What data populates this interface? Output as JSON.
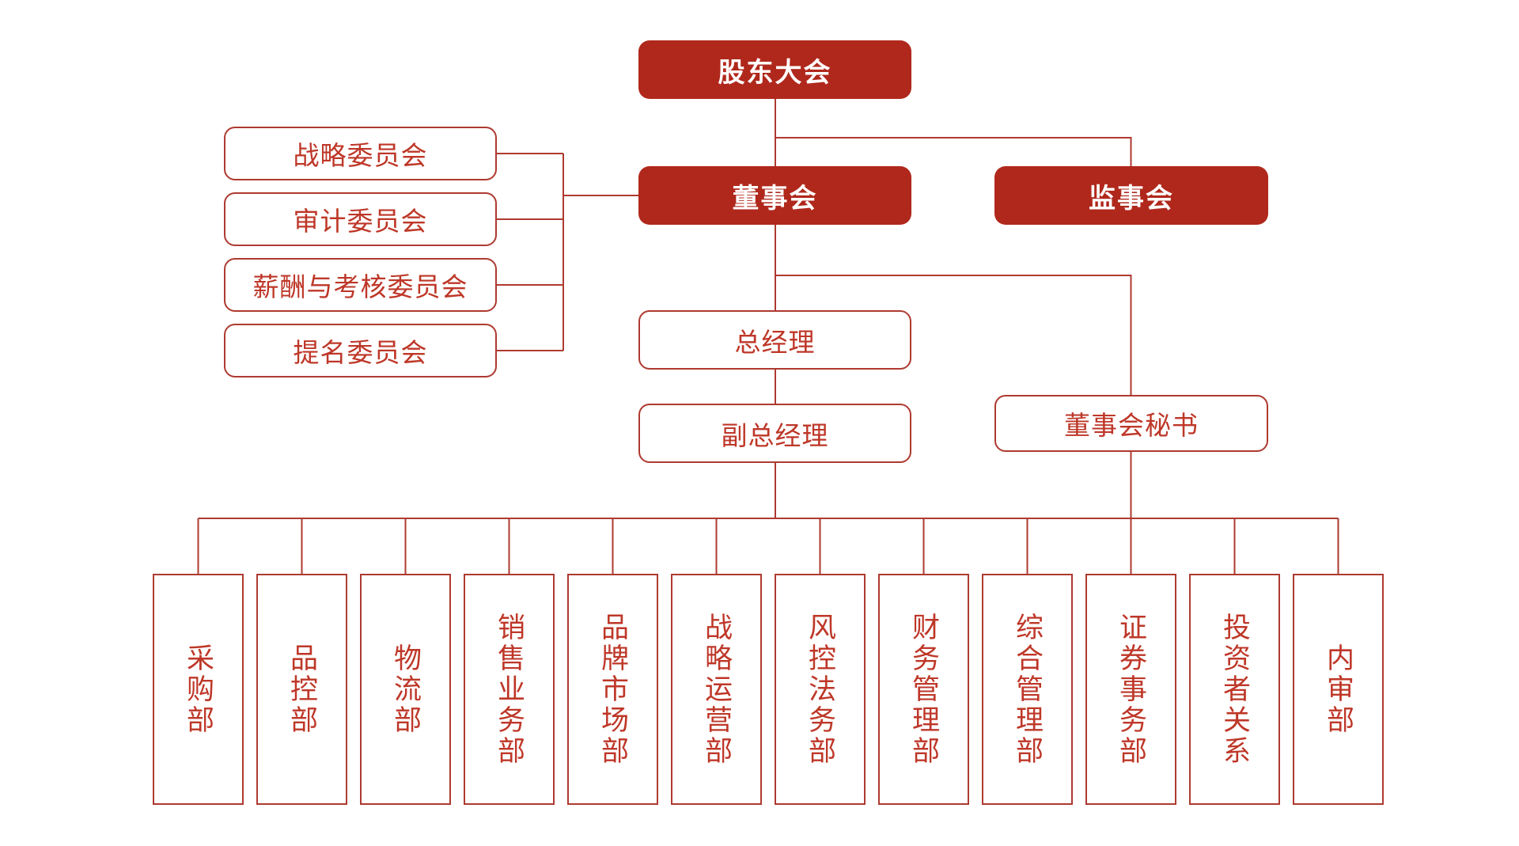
{
  "colors": {
    "box_fill_red": "#B0281C",
    "line_red": "#AE3A30",
    "text_red": "#BE3728",
    "text_on_fill": "#FFFFFF",
    "background": "#FFFFFF"
  },
  "org": {
    "shareholders_meeting": "股东大会",
    "board_of_directors": "董事会",
    "supervisory_board": "监事会",
    "committees": [
      "战略委员会",
      "审计委员会",
      "薪酬与考核委员会",
      "提名委员会"
    ],
    "general_manager": "总经理",
    "deputy_general_manager": "副总经理",
    "board_secretary": "董事会秘书",
    "departments": [
      "采购部",
      "品控部",
      "物流部",
      "销售业务部",
      "品牌市场部",
      "战略运营部",
      "风控法务部",
      "财务管理部",
      "综合管理部",
      "证券事务部",
      "投资者关系",
      "内审部"
    ]
  }
}
